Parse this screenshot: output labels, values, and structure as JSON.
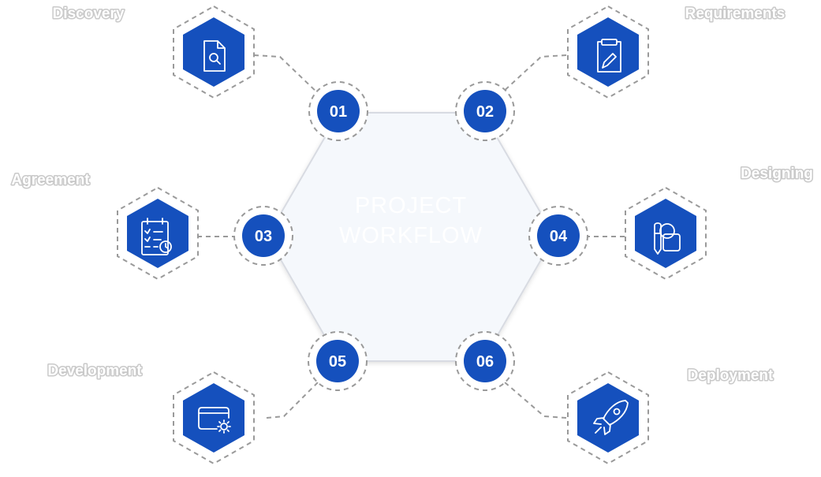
{
  "center": {
    "title_line1": "PROJECT",
    "title_line2": "WORKFLOW",
    "subtitle_line1": "",
    "subtitle_line2": ""
  },
  "steps": [
    {
      "number": "01",
      "label": "Discovery",
      "icon": "document-search-icon"
    },
    {
      "number": "02",
      "label": "Requirements",
      "icon": "clipboard-pencil-icon"
    },
    {
      "number": "03",
      "label": "Agreement",
      "icon": "checklist-clock-icon"
    },
    {
      "number": "04",
      "label": "Designing",
      "icon": "design-tools-icon"
    },
    {
      "number": "05",
      "label": "Development",
      "icon": "card-gear-icon"
    },
    {
      "number": "06",
      "label": "Deployment",
      "icon": "rocket-icon"
    }
  ],
  "colors": {
    "accent": "#1550bd",
    "center_fill": "#f5f8fc",
    "dashed_stroke": "#9a9a9a"
  }
}
